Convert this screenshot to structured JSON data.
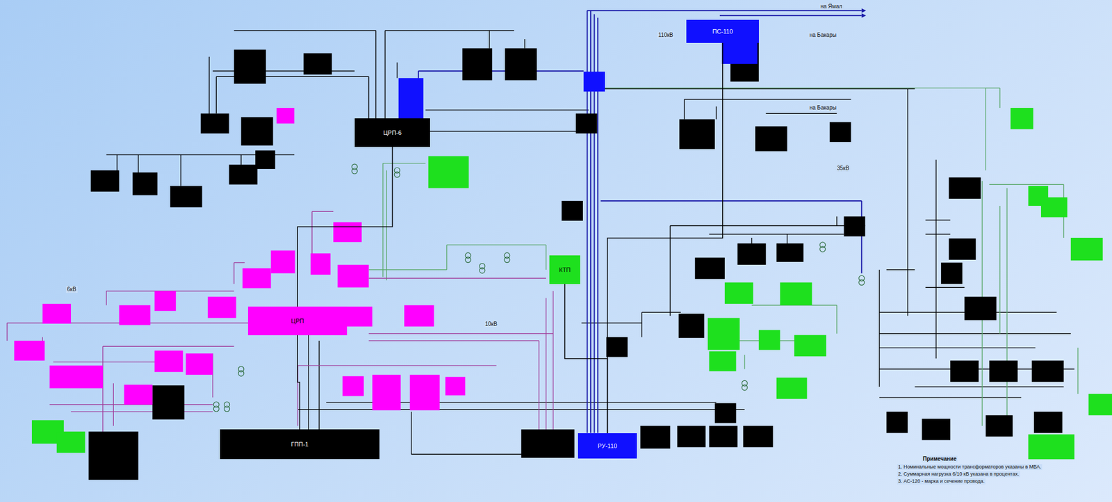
{
  "diagram": {
    "nodes": [
      {
        "text": [
          "ЦРП"
        ]
      },
      {
        "text": [
          "ГПП-1"
        ]
      },
      {
        "text": [
          "ЦРП-6"
        ]
      },
      {
        "text": [
          "ПС-110"
        ]
      },
      {
        "text": [
          "РУ-110"
        ]
      },
      {
        "text": [
          "КТП"
        ]
      }
    ],
    "edges": [
      {
        "from": 2,
        "to": 0,
        "arrow": "none"
      },
      {
        "from": 0,
        "to": 1,
        "arrow": "none"
      },
      {
        "from": 3,
        "to": 4,
        "arrow": "none"
      },
      {
        "from": 5,
        "to": 4,
        "arrow": "none"
      }
    ],
    "labels": [
      "на Ямал",
      "на Бакары",
      "на Бакары",
      "110кВ",
      "35кВ",
      "6кВ",
      "10кВ",
      "Примечание",
      "1. Номинальные мощности трансформаторов указаны в МВА.",
      "2. Суммарная нагрузка 6/10 кВ указана в процентах.",
      "3. АС-120 - марка и сечение провода."
    ]
  }
}
